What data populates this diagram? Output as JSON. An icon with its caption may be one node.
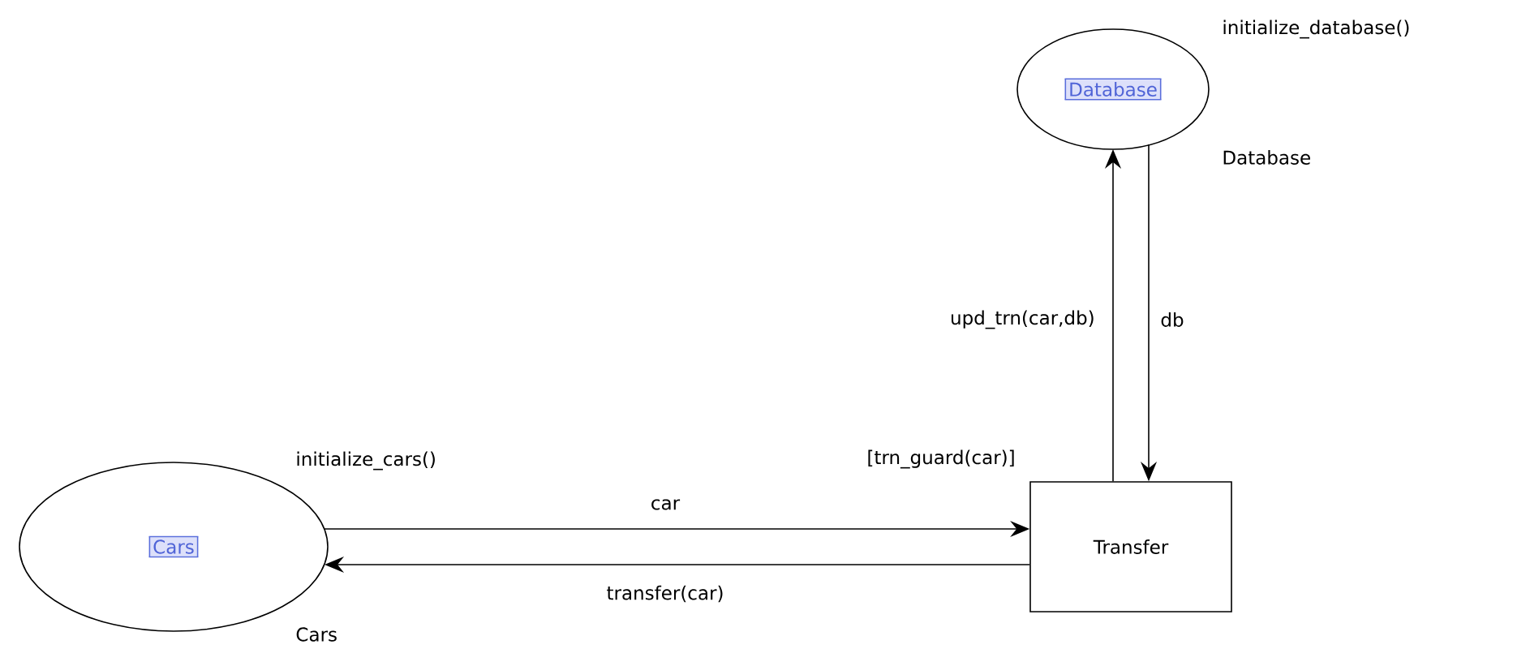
{
  "diagram": {
    "nodes": [
      {
        "text": [
          "Database"
        ],
        "beside": [
          "initialize_database()",
          "Database"
        ]
      },
      {
        "text": [
          "Cars"
        ],
        "beside": [
          "initialize_cars()",
          "Cars"
        ]
      },
      {
        "text": [
          "Transfer"
        ],
        "beside": [
          "[trn_guard(car)]"
        ]
      }
    ],
    "edges": [
      {
        "from": 2,
        "to": 0,
        "arrow": "to",
        "label": "upd_trn(car,db)"
      },
      {
        "from": 0,
        "to": 2,
        "arrow": "to",
        "label": "db"
      },
      {
        "from": 1,
        "to": 2,
        "arrow": "to",
        "label": "car"
      },
      {
        "from": 2,
        "to": 1,
        "arrow": "to",
        "label": "transfer(car)"
      }
    ]
  }
}
